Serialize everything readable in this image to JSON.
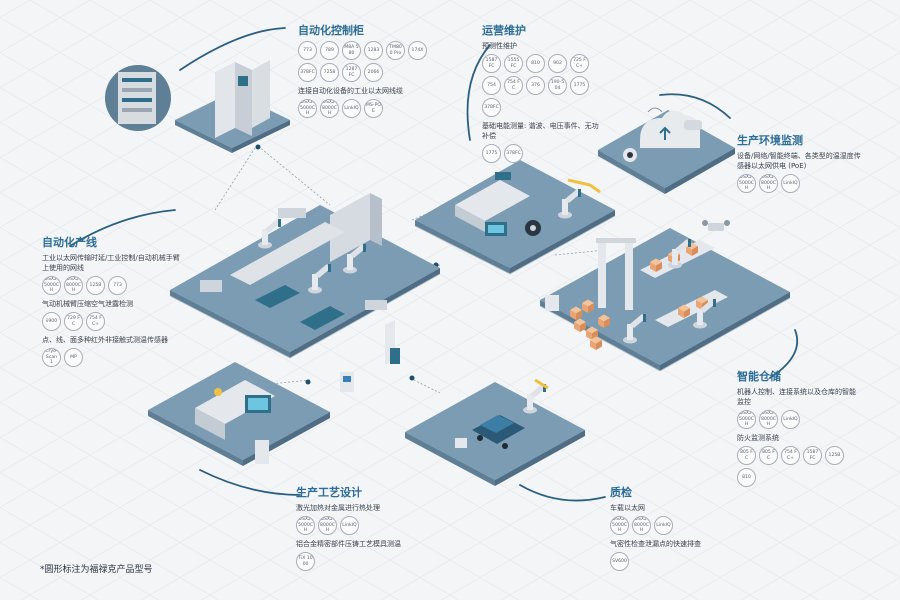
{
  "sections": {
    "cabinet": {
      "title": "自动化控制柜",
      "chips_a": [
        "773",
        "789",
        "M8A 580",
        "1283",
        "TM800 Pro",
        "174X",
        "378FC",
        "7258",
        "1287 FC",
        "2066"
      ],
      "desc": "连接自动化设备的工业以太网线缆",
      "chips_b": [
        "DSX2-5000CH",
        "DSX2-8000CH",
        "LinkIQ",
        "MS-POE"
      ]
    },
    "maintenance": {
      "title": "运营维护",
      "desc_a": "预测性维护",
      "chips_a": [
        "1587 FC",
        "1555 FC",
        "810",
        "902",
        "725 FC+",
        "754",
        "754 FC",
        "376",
        "190-504",
        "1775",
        "378FC"
      ],
      "desc_b": "基础电能测量: 谐波、电压事件、无功补偿",
      "chips_b": [
        "1775",
        "378FC"
      ]
    },
    "env": {
      "title": "生产环境监测",
      "desc": "设备/网络/智能终端、各类型的温湿度传感器以太网供电 (PoE)",
      "chips": [
        "DSX2-5000CH",
        "DSX2-8000CH",
        "LinkIQ"
      ]
    },
    "line": {
      "title": "自动化产线",
      "desc_a": "工业以太网传输时延/工业控制/自动机械手臂上使用的网线",
      "chips_a": [
        "DSX2-5000CH",
        "DSX2-8000CH",
        "125B",
        "773"
      ],
      "desc_b": "气动机械臂压缩空气泄露检测",
      "chips_b": [
        "ii900",
        "729 FC",
        "754 FC+"
      ],
      "desc_c": "点、线、面多种红外非接触式测温传感器",
      "chips_c": [
        "Cryo-Scan 1",
        "MP"
      ]
    },
    "warehouse": {
      "title": "智能仓储",
      "desc_a": "机器人控制、连接系统以及仓库的智能监控",
      "chips_a": [
        "DSX2-5000CH",
        "DSX2-8000CH",
        "LinkIQ"
      ],
      "desc_b": "防火监测系统",
      "chips_b": [
        "805 FC",
        "805 FC",
        "754 FC+",
        "1587 FC",
        "125B",
        "810"
      ]
    },
    "process": {
      "title": "生产工艺设计",
      "desc_a": "激光加热对金属进行热处理",
      "chips_a": [
        "DSX2-5000CH",
        "DSX2-8000CH",
        "LinkIQ"
      ],
      "desc_b": "铝合金精密部件压铸工艺模具测温",
      "chips_b": [
        "TiX 1000"
      ]
    },
    "qc": {
      "title": "质检",
      "desc_a": "车载以太网",
      "chips_a": [
        "DSX2-5000CH",
        "DSX2-8000CH",
        "LinkIQ"
      ],
      "desc_b": "气密性检查泄漏点的快速排查",
      "chips_b": [
        "SV600"
      ]
    }
  },
  "footnote": "*圆形标注为福禄克产品型号",
  "colors": {
    "accent": "#2d6e96",
    "platform": "#6d8fa6",
    "platform_top": "#7c9cb3",
    "machine": "#d8dde3",
    "teal": "#2f6f8a",
    "box": "#e9a575"
  }
}
